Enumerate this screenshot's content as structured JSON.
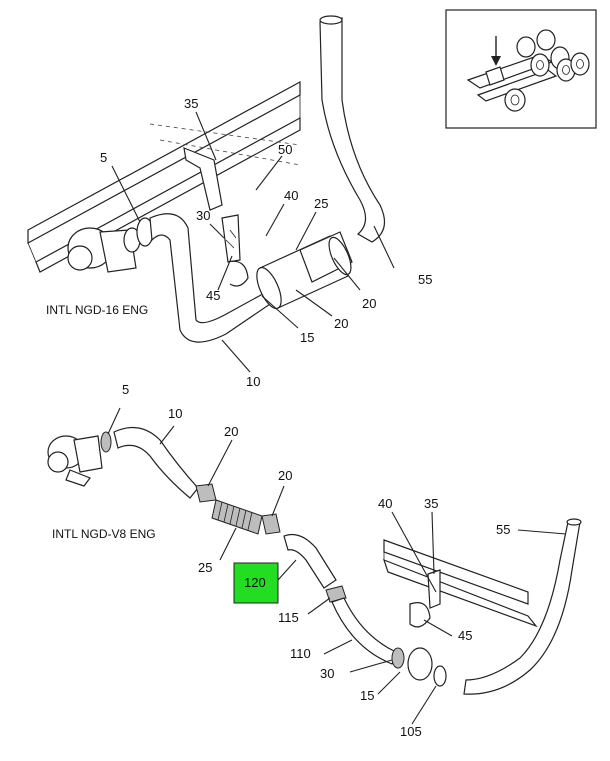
{
  "upper_assembly": {
    "caption": "INTL NGD-16 ENG",
    "callouts": {
      "c35": "35",
      "c5": "5",
      "c50": "50",
      "c40": "40",
      "c30": "30",
      "c25": "25",
      "c45": "45",
      "c55": "55",
      "c20a": "20",
      "c20b": "20",
      "c15": "15",
      "c10": "10"
    }
  },
  "lower_assembly": {
    "caption": "INTL NGD-V8 ENG",
    "callouts": {
      "c5": "5",
      "c10": "10",
      "c20a": "20",
      "c20b": "20",
      "c25": "25",
      "c120": "120",
      "c40": "40",
      "c35": "35",
      "c55": "55",
      "c115": "115",
      "c45": "45",
      "c110": "110",
      "c30": "30",
      "c15": "15",
      "c105": "105"
    }
  },
  "highlight": {
    "part": "120",
    "color": "#22dd22"
  },
  "locator_icon": "truck-chassis-locator"
}
